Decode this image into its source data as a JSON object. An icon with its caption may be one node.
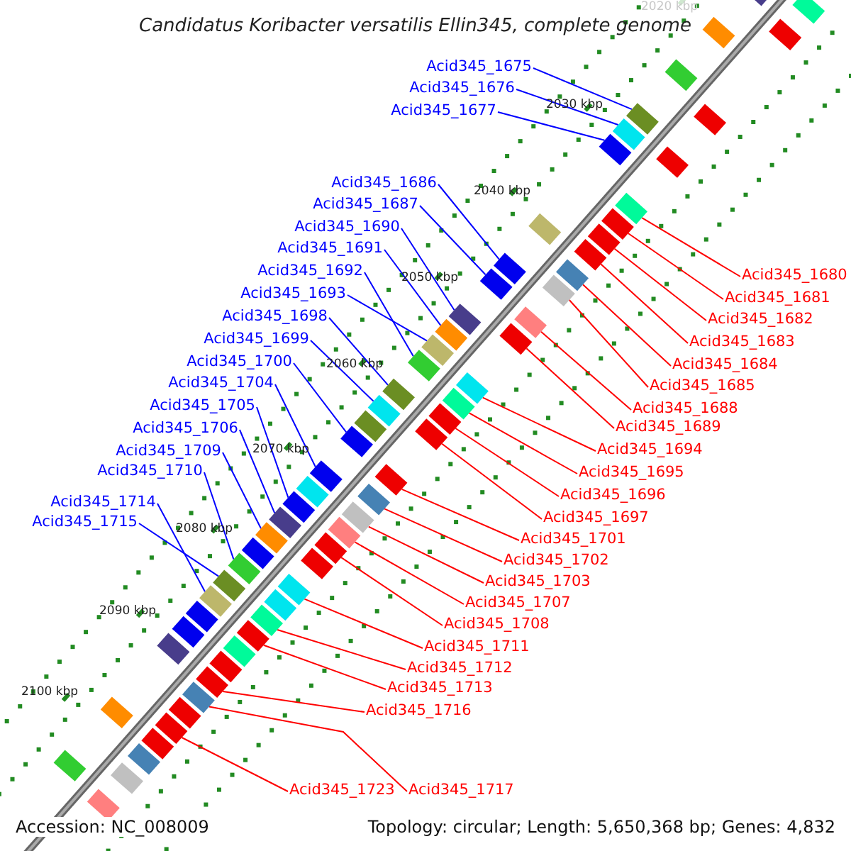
{
  "diagram": {
    "title": "Candidatus Koribacter versatilis Ellin345, complete genome",
    "nodes": [
      {
        "text": [
          "Acid345_1675"
        ]
      },
      {
        "text": [
          "Acid345_1676"
        ]
      },
      {
        "text": [
          "Acid345_1677"
        ]
      },
      {
        "text": [
          "Acid345_1686"
        ]
      },
      {
        "text": [
          "Acid345_1687"
        ]
      },
      {
        "text": [
          "Acid345_1690"
        ]
      },
      {
        "text": [
          "Acid345_1691"
        ]
      },
      {
        "text": [
          "Acid345_1692"
        ]
      },
      {
        "text": [
          "Acid345_1693"
        ]
      },
      {
        "text": [
          "Acid345_1698"
        ]
      },
      {
        "text": [
          "Acid345_1699"
        ]
      },
      {
        "text": [
          "Acid345_1700"
        ]
      },
      {
        "text": [
          "Acid345_1704"
        ]
      },
      {
        "text": [
          "Acid345_1705"
        ]
      },
      {
        "text": [
          "Acid345_1706"
        ]
      },
      {
        "text": [
          "Acid345_1709"
        ]
      },
      {
        "text": [
          "Acid345_1710"
        ]
      },
      {
        "text": [
          "Acid345_1714"
        ]
      },
      {
        "text": [
          "Acid345_1715"
        ]
      },
      {
        "text": [
          "Acid345_1680"
        ]
      },
      {
        "text": [
          "Acid345_1681"
        ]
      },
      {
        "text": [
          "Acid345_1682"
        ]
      },
      {
        "text": [
          "Acid345_1683"
        ]
      },
      {
        "text": [
          "Acid345_1684"
        ]
      },
      {
        "text": [
          "Acid345_1685"
        ]
      },
      {
        "text": [
          "Acid345_1688"
        ]
      },
      {
        "text": [
          "Acid345_1689"
        ]
      },
      {
        "text": [
          "Acid345_1694"
        ]
      },
      {
        "text": [
          "Acid345_1695"
        ]
      },
      {
        "text": [
          "Acid345_1696"
        ]
      },
      {
        "text": [
          "Acid345_1697"
        ]
      },
      {
        "text": [
          "Acid345_1701"
        ]
      },
      {
        "text": [
          "Acid345_1702"
        ]
      },
      {
        "text": [
          "Acid345_1703"
        ]
      },
      {
        "text": [
          "Acid345_1707"
        ]
      },
      {
        "text": [
          "Acid345_1708"
        ]
      },
      {
        "text": [
          "Acid345_1711"
        ]
      },
      {
        "text": [
          "Acid345_1712"
        ]
      },
      {
        "text": [
          "Acid345_1713"
        ]
      },
      {
        "text": [
          "Acid345_1716"
        ]
      },
      {
        "text": [
          "Acid345_1723"
        ]
      },
      {
        "text": [
          "Acid345_1717"
        ]
      },
      {
        "text": [],
        "shape": "box"
      },
      {
        "text": [],
        "shape": "box"
      },
      {
        "text": [],
        "shape": "box"
      },
      {
        "text": [],
        "shape": "box"
      },
      {
        "text": [],
        "shape": "box"
      },
      {
        "text": [],
        "shape": "box"
      },
      {
        "text": [],
        "shape": "box"
      },
      {
        "text": [],
        "shape": "box"
      },
      {
        "text": [],
        "shape": "box"
      },
      {
        "text": [],
        "shape": "box"
      },
      {
        "text": [],
        "shape": "box"
      },
      {
        "text": [],
        "shape": "box"
      },
      {
        "text": [],
        "shape": "box"
      },
      {
        "text": [],
        "shape": "box"
      },
      {
        "text": [],
        "shape": "box"
      },
      {
        "text": [],
        "shape": "box"
      },
      {
        "text": [],
        "shape": "box"
      },
      {
        "text": [],
        "shape": "box"
      },
      {
        "text": [],
        "shape": "box"
      },
      {
        "text": [],
        "shape": "box"
      },
      {
        "text": [],
        "shape": "box"
      },
      {
        "text": [],
        "shape": "box"
      },
      {
        "text": [],
        "shape": "box"
      },
      {
        "text": [],
        "shape": "box"
      },
      {
        "text": [],
        "shape": "box"
      },
      {
        "text": [],
        "shape": "box"
      },
      {
        "text": [],
        "shape": "box"
      },
      {
        "text": [],
        "shape": "box"
      },
      {
        "text": [],
        "shape": "box"
      },
      {
        "text": [],
        "shape": "box"
      },
      {
        "text": [],
        "shape": "box"
      },
      {
        "text": [],
        "shape": "box"
      },
      {
        "text": [],
        "shape": "box"
      },
      {
        "text": [],
        "shape": "box"
      },
      {
        "text": [],
        "shape": "box"
      },
      {
        "text": [],
        "shape": "box"
      },
      {
        "text": [],
        "shape": "box"
      },
      {
        "text": [],
        "shape": "box"
      },
      {
        "text": [],
        "shape": "box"
      },
      {
        "text": [],
        "shape": "box"
      },
      {
        "text": [],
        "shape": "box"
      },
      {
        "text": [],
        "shape": "box"
      },
      {
        "text": [],
        "shape": "box"
      },
      {
        "text": [],
        "shape": "box"
      },
      {
        "text": [],
        "shape": "box"
      },
      {
        "text": [],
        "shape": "box"
      },
      {
        "text": [],
        "shape": "box"
      },
      {
        "text": [],
        "shape": "box"
      },
      {
        "text": [],
        "shape": "box"
      },
      {
        "text": [],
        "shape": "box"
      },
      {
        "text": [],
        "shape": "box"
      },
      {
        "text": [],
        "shape": "box"
      },
      {
        "text": [],
        "shape": "box"
      },
      {
        "text": [],
        "shape": "box"
      },
      {
        "text": [],
        "shape": "box"
      },
      {
        "text": [],
        "shape": "box"
      },
      {
        "text": [],
        "shape": "box"
      },
      {
        "text": [],
        "shape": "box"
      },
      {
        "text": [],
        "shape": "box"
      },
      {
        "text": [],
        "shape": "box"
      },
      {
        "text": [],
        "shape": "box"
      },
      {
        "text": [],
        "shape": "box"
      },
      {
        "text": [],
        "shape": "box"
      },
      {
        "text": [],
        "shape": "box"
      },
      {
        "text": [],
        "shape": "box"
      },
      {
        "text": [],
        "shape": "box"
      },
      {
        "text": [],
        "shape": "box"
      }
    ],
    "edges": [
      {
        "from": 0,
        "to": 42,
        "arrow": "none",
        "color": "#0000ff"
      },
      {
        "from": 1,
        "to": 43,
        "arrow": "none",
        "color": "#0000ff"
      },
      {
        "from": 2,
        "to": 44,
        "arrow": "none",
        "color": "#0000ff"
      },
      {
        "from": 3,
        "to": 45,
        "arrow": "none",
        "color": "#0000ff"
      },
      {
        "from": 4,
        "to": 46,
        "arrow": "none",
        "color": "#0000ff"
      },
      {
        "from": 5,
        "to": 47,
        "arrow": "none",
        "color": "#0000ff"
      },
      {
        "from": 6,
        "to": 48,
        "arrow": "none",
        "color": "#0000ff"
      },
      {
        "from": 7,
        "to": 49,
        "arrow": "none",
        "color": "#0000ff"
      },
      {
        "from": 8,
        "to": 50,
        "arrow": "none",
        "color": "#0000ff"
      },
      {
        "from": 9,
        "to": 51,
        "arrow": "none",
        "color": "#0000ff"
      },
      {
        "from": 10,
        "to": 52,
        "arrow": "none",
        "color": "#0000ff"
      },
      {
        "from": 11,
        "to": 53,
        "arrow": "none",
        "color": "#0000ff"
      },
      {
        "from": 12,
        "to": 54,
        "arrow": "none",
        "color": "#0000ff"
      },
      {
        "from": 13,
        "to": 55,
        "arrow": "none",
        "color": "#0000ff"
      },
      {
        "from": 14,
        "to": 56,
        "arrow": "none",
        "color": "#0000ff"
      },
      {
        "from": 15,
        "to": 57,
        "arrow": "none",
        "color": "#0000ff"
      },
      {
        "from": 16,
        "to": 58,
        "arrow": "none",
        "color": "#0000ff"
      },
      {
        "from": 17,
        "to": 59,
        "arrow": "none",
        "color": "#0000ff"
      },
      {
        "from": 18,
        "to": 60,
        "arrow": "none",
        "color": "#0000ff"
      },
      {
        "from": 19,
        "to": 61,
        "arrow": "none",
        "color": "#ff0000"
      },
      {
        "from": 20,
        "to": 62,
        "arrow": "none",
        "color": "#ff0000"
      },
      {
        "from": 21,
        "to": 63,
        "arrow": "none",
        "color": "#ff0000"
      },
      {
        "from": 22,
        "to": 64,
        "arrow": "none",
        "color": "#ff0000"
      },
      {
        "from": 23,
        "to": 65,
        "arrow": "none",
        "color": "#ff0000"
      },
      {
        "from": 24,
        "to": 66,
        "arrow": "none",
        "color": "#ff0000"
      },
      {
        "from": 25,
        "to": 67,
        "arrow": "none",
        "color": "#ff0000"
      },
      {
        "from": 26,
        "to": 68,
        "arrow": "none",
        "color": "#ff0000"
      },
      {
        "from": 27,
        "to": 69,
        "arrow": "none",
        "color": "#ff0000"
      },
      {
        "from": 28,
        "to": 70,
        "arrow": "none",
        "color": "#ff0000"
      },
      {
        "from": 29,
        "to": 71,
        "arrow": "none",
        "color": "#ff0000"
      },
      {
        "from": 30,
        "to": 72,
        "arrow": "none",
        "color": "#ff0000"
      },
      {
        "from": 31,
        "to": 73,
        "arrow": "none",
        "color": "#ff0000"
      },
      {
        "from": 32,
        "to": 74,
        "arrow": "none",
        "color": "#ff0000"
      },
      {
        "from": 33,
        "to": 75,
        "arrow": "none",
        "color": "#ff0000"
      },
      {
        "from": 34,
        "to": 76,
        "arrow": "none",
        "color": "#ff0000"
      },
      {
        "from": 35,
        "to": 77,
        "arrow": "none",
        "color": "#ff0000"
      },
      {
        "from": 36,
        "to": 78,
        "arrow": "none",
        "color": "#ff0000"
      },
      {
        "from": 37,
        "to": 79,
        "arrow": "none",
        "color": "#ff0000"
      },
      {
        "from": 38,
        "to": 80,
        "arrow": "none",
        "color": "#ff0000"
      },
      {
        "from": 39,
        "to": 81,
        "arrow": "none",
        "color": "#ff0000"
      },
      {
        "from": 40,
        "to": 82,
        "arrow": "none",
        "color": "#ff0000"
      },
      {
        "from": 41,
        "to": 83,
        "arrow": "none",
        "color": "#ff0000"
      }
    ],
    "labels": [
      "2020 kbp",
      "2030 kbp",
      "2040 kbp",
      "2050 kbp",
      "2060 kbp",
      "2070 kbp",
      "2080 kbp",
      "2090 kbp",
      "2100 kbp",
      "Accession: NC_008009",
      "Topology: circular; Length: 5,650,368 bp; Genes: 4,832"
    ]
  }
}
